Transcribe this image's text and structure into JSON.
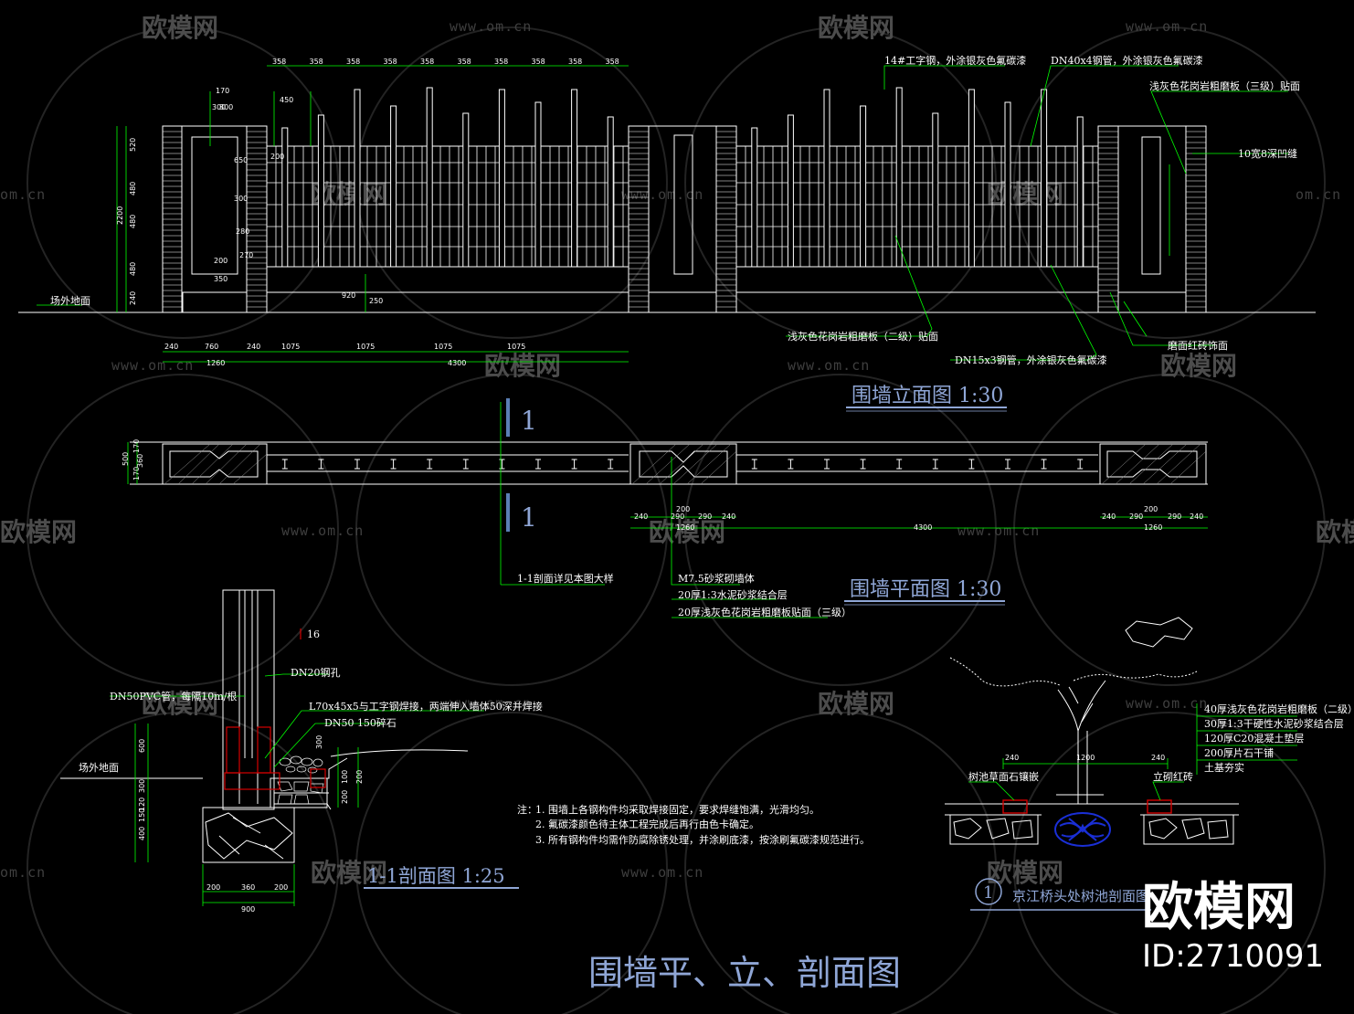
{
  "drawing": {
    "main_title": "围墙平、立、剖面图",
    "elevation_title": "围墙立面图  1:30",
    "plan_title": "围墙平面图  1:30",
    "section_title": "1-1剖面图  1:25",
    "tree_pit_title": "京江桥头处树池剖面图",
    "tree_pit_number": "1",
    "section_marker": "1"
  },
  "elevation": {
    "labels": {
      "i_beam": "14#工字钢，外涂银灰色氟碳漆",
      "steel_pipe_top": "DN40x4钢管，外涂银灰色氟碳漆",
      "granite_3": "浅灰色花岗岩粗磨板（三级）贴面",
      "joint": "10宽8深凹缝",
      "granite_2": "浅灰色花岗岩粗磨板（二级）贴面",
      "steel_pipe_bottom": "DN15x3钢管，外涂银灰色氟碳漆",
      "brick": "磨面红砖饰面",
      "ground": "场外地面"
    },
    "dims_top": [
      "358",
      "358",
      "358",
      "358",
      "358",
      "358",
      "358",
      "358",
      "358",
      "358"
    ],
    "dims_bottom": [
      "240",
      "760",
      "240",
      "1075",
      "1075",
      "1075",
      "1075"
    ],
    "dim_total": "4300",
    "dim_total_left": "1260",
    "dims_left": [
      "520",
      "480",
      "480",
      "480",
      "240"
    ],
    "dim_height": "2200",
    "dims_inner": [
      "300",
      "650",
      "300",
      "270",
      "200",
      "350",
      "170",
      "250",
      "450",
      "200",
      "280",
      "800",
      "920"
    ]
  },
  "plan": {
    "section_note": "1-1剖面详见本图大样",
    "material_1": "M7.5砂浆砌墙体",
    "material_2": "20厚1:3水泥砂浆结合层",
    "material_3": "20厚浅灰色花岗岩粗磨板贴面（三级）",
    "dims": [
      "240",
      "290",
      "290",
      "240",
      "200",
      "1260",
      "4300",
      "240",
      "290",
      "200",
      "290",
      "240",
      "1260"
    ],
    "dims_left": [
      "500",
      "170",
      "170",
      "360"
    ]
  },
  "section": {
    "labels": {
      "t16": "16",
      "dn20": "DN20钢孔",
      "drain": "DN50PVC管，每隔10m/根",
      "angle": "L70x45x5与工字钢焊接，两端伸入墙体50深并焊接",
      "gravel": "DN50 150碎石",
      "ground": "场外地面"
    },
    "dims_left": [
      "600",
      "300",
      "120",
      "150",
      "400"
    ],
    "dims_right": [
      "300",
      "100",
      "200",
      "200"
    ],
    "dims_bottom": [
      "200",
      "360",
      "200"
    ],
    "dim_total": "900"
  },
  "notes": {
    "prefix": "注：",
    "items": [
      "1. 围墙上各钢构件均采取焊接固定，要求焊缝饱满，光滑均匀。",
      "2. 氟碳漆颜色待主体工程完成后再行由色卡确定。",
      "3. 所有钢构件均需作防腐除锈处理，并涂刷底漆，按涂刷氟碳漆规范进行。"
    ]
  },
  "tree_pit": {
    "layers": [
      "40厚浅灰色花岗岩粗磨板（二级）",
      "30厚1:3干硬性水泥砂浆结合层",
      "120厚C20混凝土垫层",
      "200厚片石干铺",
      "土基夯实"
    ],
    "left_label": "树池草面石镶嵌",
    "right_label": "立砌红砖",
    "dims": [
      "240",
      "1200",
      "240"
    ]
  },
  "watermark": {
    "brand": "欧模网",
    "url": "www.om.cn",
    "url_short": "om.cn",
    "id": "ID:2710091"
  },
  "colors": {
    "background": "#000000",
    "lines": "#ffffff",
    "dimension": "#00ff00",
    "title": "#8fa6d6",
    "hatch": "#d40000",
    "marker": "#5b7fb5",
    "tree_roots": "#1a2fd6"
  }
}
